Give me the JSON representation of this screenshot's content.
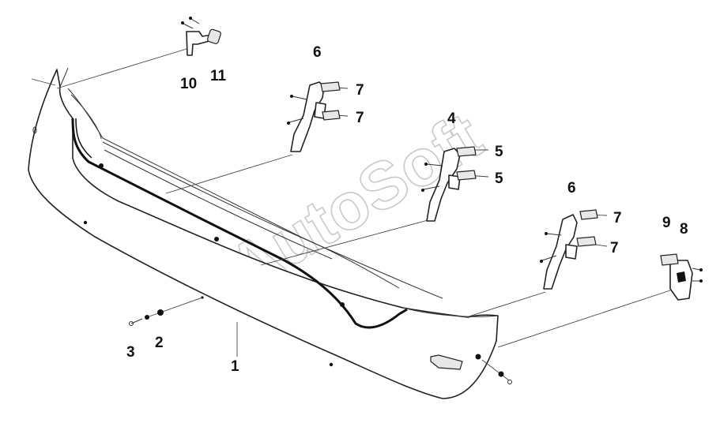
{
  "watermark": "AutoSoft",
  "callouts": [
    {
      "id": "c1",
      "text": "1"
    },
    {
      "id": "c2",
      "text": "2"
    },
    {
      "id": "c3",
      "text": "3"
    },
    {
      "id": "c4",
      "text": "4"
    },
    {
      "id": "c5a",
      "text": "5"
    },
    {
      "id": "c5b",
      "text": "5"
    },
    {
      "id": "c6a",
      "text": "6"
    },
    {
      "id": "c6b",
      "text": "6"
    },
    {
      "id": "c7a",
      "text": "7"
    },
    {
      "id": "c7b",
      "text": "7"
    },
    {
      "id": "c7c",
      "text": "7"
    },
    {
      "id": "c7d",
      "text": "7"
    },
    {
      "id": "c8",
      "text": "8"
    },
    {
      "id": "c9",
      "text": "9"
    },
    {
      "id": "c10",
      "text": "10"
    },
    {
      "id": "c11",
      "text": "11"
    }
  ]
}
